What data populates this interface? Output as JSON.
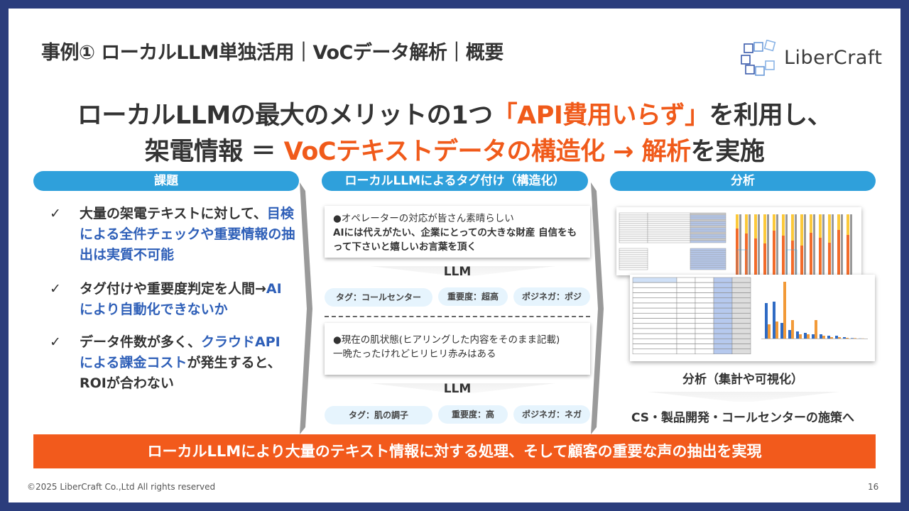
{
  "header": {
    "title": "事例① ローカルLLM単独活用｜VoCデータ解析｜概要",
    "logo_text": "LiberCraft"
  },
  "headline": {
    "line1_a": "ローカルLLMの最大のメリットの1つ",
    "line1_b": "「API費用いらず」",
    "line1_c": "を利用し、",
    "line2_a": "架電情報 ＝ ",
    "line2_b": "VoCテキストデータの構造化 → 解析",
    "line2_c": "を実施"
  },
  "columns": {
    "issues": {
      "label": "課題",
      "items": [
        {
          "check": "✓",
          "plain1": "大量の架電テキストに対して、",
          "blue": "目検による全件チェックや重要情報の抽出は実質不可能",
          "plain2": ""
        },
        {
          "check": "✓",
          "plain1": "タグ付けや重要度判定を人間→",
          "blue": "AIにより自動化できないか",
          "plain2": ""
        },
        {
          "check": "✓",
          "plain1": "データ件数が多く、",
          "blue": "クラウドAPIによる課金コスト",
          "plain2": "が発生すると、ROIが合わない"
        }
      ]
    },
    "tagging": {
      "label": "ローカルLLMによるタグ付け（構造化）",
      "examples": [
        {
          "line1": "●オペレーターの対応が皆さん素晴らしい",
          "line2": "AIには代えがたい、企業にとっての大きな財産 自信をもって下さいと嬉しいお言葉を頂く",
          "llm": "LLM",
          "tags": [
            "タグ：コールセンター",
            "重要度：超高",
            "ポジネガ：ポジ"
          ]
        },
        {
          "line1": "●現在の肌状態(ヒアリングした内容をそのまま記載)",
          "line2": "一晩たったけれどヒリヒリ赤みはある",
          "llm": "LLM",
          "tags": [
            "タグ：肌の調子",
            "重要度：高",
            "ポジネガ：ネガ"
          ]
        }
      ]
    },
    "analysis": {
      "label": "分析",
      "caption": "分析（集計や可視化）",
      "result": "CS・製品開発・コールセンターの施策へ"
    }
  },
  "bottom_bar": "ローカルLLMにより大量のテキスト情報に対する処理、そして顧客の重要な声の抽出を実現",
  "footer": {
    "copyright": "©2025 LiberCraft Co.,Ltd All rights reserved",
    "page": "16"
  },
  "colors": {
    "frame": "#2b3d7c",
    "accent": "#f05a1a",
    "pill": "#2fa0db",
    "highlight": "#2e5fb8"
  }
}
